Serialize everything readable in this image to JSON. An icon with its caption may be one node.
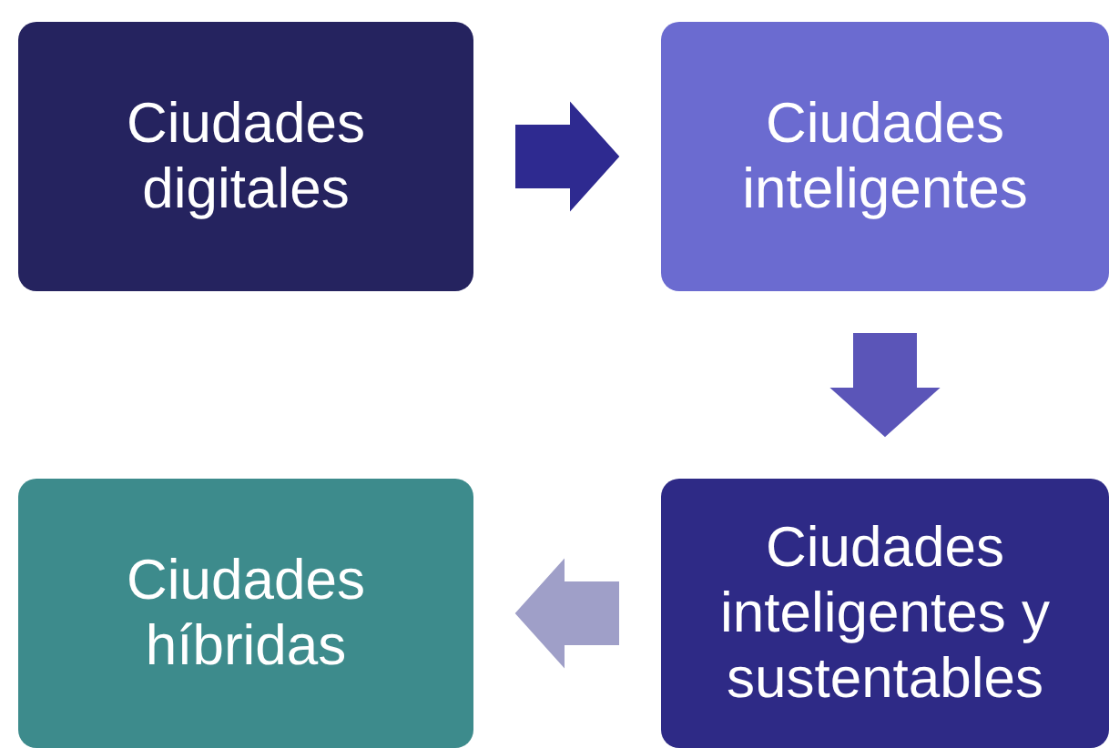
{
  "diagram": {
    "nodes": [
      {
        "text": [
          "Ciudades digitales"
        ]
      },
      {
        "text": [
          "Ciudades inteligentes"
        ]
      },
      {
        "text": [
          "Ciudades inteligentes y sustentables"
        ]
      },
      {
        "text": [
          "Ciudades híbridas"
        ]
      }
    ],
    "edges": [
      {
        "from": 0,
        "to": 1,
        "arrow": "to",
        "style": "thick",
        "color": "#2e2a90"
      },
      {
        "from": 1,
        "to": 2,
        "arrow": "to",
        "style": "thick",
        "color": "#5b55b8"
      },
      {
        "from": 2,
        "to": 3,
        "arrow": "to",
        "style": "thick",
        "color": "#9f9fc8"
      }
    ]
  }
}
